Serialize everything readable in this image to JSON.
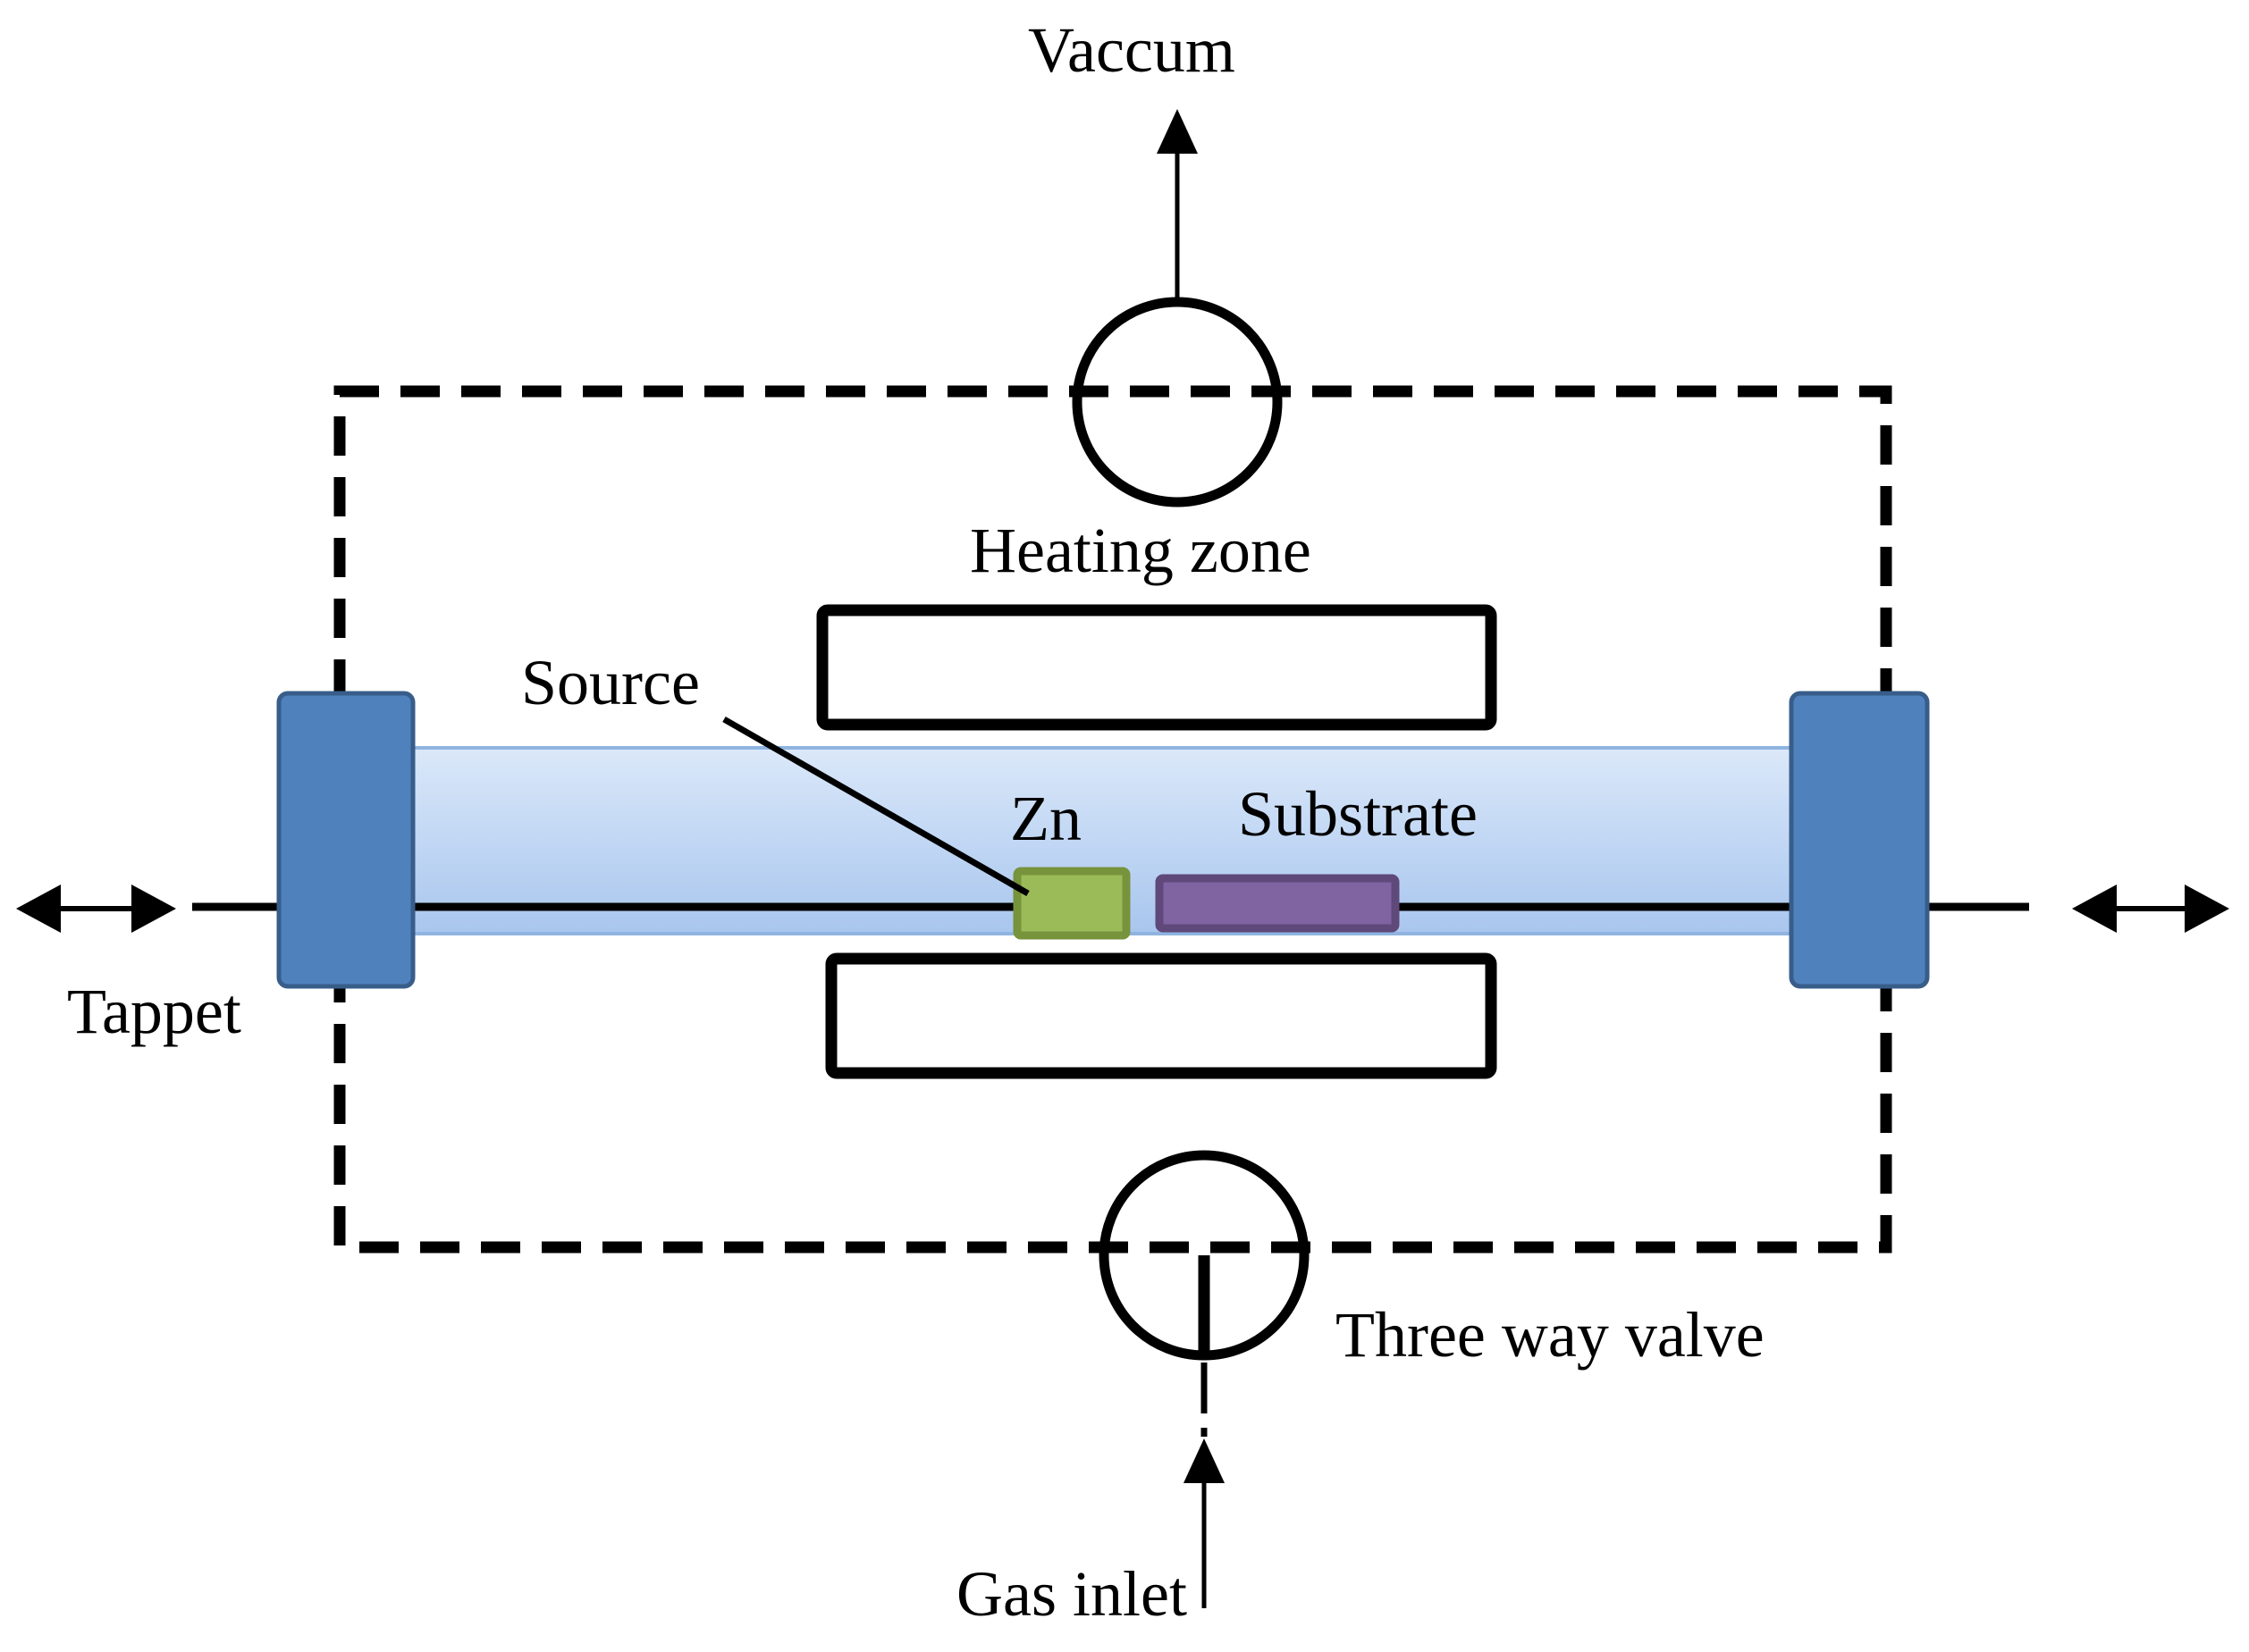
{
  "labels": {
    "vacuum": "Vaccum",
    "heating_zone": "Heating zone",
    "source": "Source",
    "zn": "Zn",
    "substrate": "Substrate",
    "tappet": "Tappet",
    "three_way_valve": "Three way valve",
    "gas_inlet": "Gas inlet"
  },
  "colors": {
    "tube_fill": "#c6dcf6",
    "tube_edge": "#8fb4e0",
    "end_cap": "#4f81bd",
    "end_cap_edge": "#385d8a",
    "zn_fill": "#9bbb59",
    "zn_edge": "#77933c",
    "substrate_fill": "#8064a2",
    "substrate_edge": "#5f497a",
    "line": "#000000"
  },
  "icons": {
    "push_pull": "double-headed-arrow-icon",
    "flow": "arrow-icon",
    "valve": "circle-valve-icon"
  }
}
